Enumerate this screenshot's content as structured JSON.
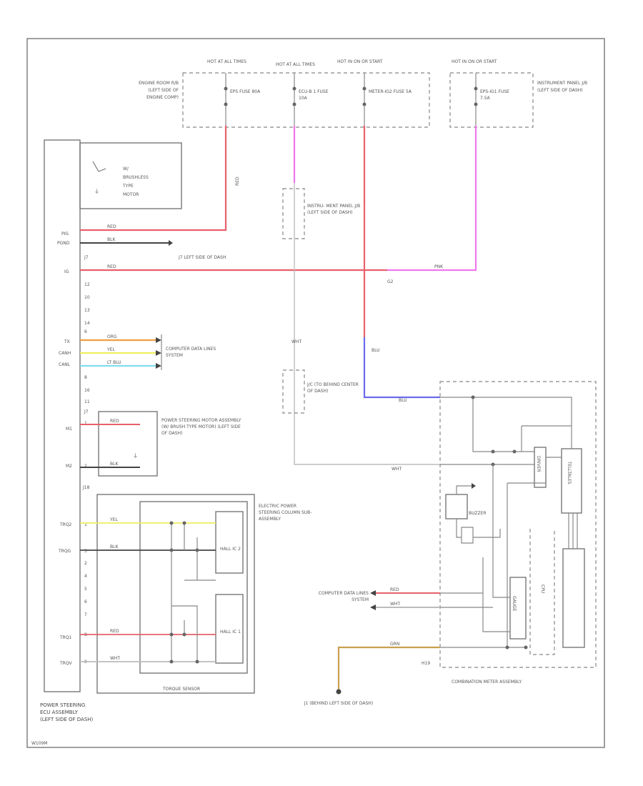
{
  "colors": {
    "red": "#e8606a",
    "pink": "#ee77ee",
    "orange": "#f0a040",
    "yellow": "#eeee60",
    "lightblue": "#80ddee",
    "blue": "#6a6aee",
    "brown": "#c8a050",
    "black": "#444444",
    "white": "#bbbbbb"
  },
  "power": {
    "hot_all_times_1": "HOT AT ALL TIMES",
    "hot_all_times_2": "HOT AT ALL TIMES",
    "hot_in_on_1": "HOT IN ON OR START",
    "hot_in_on_2": "HOT IN ON OR START",
    "engine_room_jb": "ENGINE ROOM R/B (LEFT SIDE OF ENGINE COMP)",
    "eps_fuse": "EPS FUSE 80A",
    "ecu_b_fuse": "ECU-B 1 FUSE 10A",
    "meter_fuse": "METER-IG2 FUSE 5A",
    "eps_ig1_fuse": "EPS-IG1 FUSE 7.5A",
    "instrument_panel_jb": "INSTRUMENT PANEL J/B (LEFT SIDE OF DASH)"
  },
  "ecu": {
    "name_1": "POWER STEERING",
    "name_2": "ECU ASSEMBLY",
    "name_3": "(LEFT SIDE OF DASH)",
    "pins": [
      "PIG",
      "PGND",
      "IG",
      "TX",
      "CANH",
      "CANL",
      "M1",
      "M2",
      "TRQ2",
      "TRQG",
      "TRQ1",
      "TRQV"
    ],
    "connectors": [
      "J7",
      "J7",
      "J7",
      "J18"
    ]
  },
  "brushless": {
    "label_1": "W/",
    "label_2": "BRUSHLESS",
    "label_3": "TYPE",
    "label_4": "MOTOR"
  },
  "wires": {
    "red": "RED",
    "blk": "BLK",
    "org": "ORG",
    "yel": "YEL",
    "lt_blu": "LT BLU",
    "wht": "WHT",
    "pnk": "PNK",
    "grn": "GRN",
    "blu": "BLU"
  },
  "labels": {
    "left_side_dash": "J7 LEFT SIDE OF DASH",
    "jb_label": "INSTRU- MENT PANEL J/B (LEFT SIDE OF DASH)",
    "jc_label": "J/C (TO BEHIND CENTER OF DASH)",
    "g2": "G2",
    "computer_data_1": "COMPUTER DATA LINES SYSTEM",
    "computer_data_2": "COMPUTER DATA LINES SYSTEM",
    "motor_1": "POWER STEERING MOTOR ASSEMBLY",
    "motor_2": "(W/ BRUSH TYPE MOTOR) (LEFT SIDE OF DASH)",
    "column_1": "ELECTRIC POWER STEERING COLUMN SUB-ASSEMBLY",
    "torque_sensor": "TORQUE SENSOR",
    "hall2": "HALL IC 2",
    "hall1": "HALL IC 1",
    "buzzer": "BUZZER",
    "combination_meter": "COMBINATION METER ASSEMBLY",
    "ground": "J1 (BEHIND LEFT SIDE OF DASH)",
    "h19": "H19",
    "cpu": "CPU",
    "telltales": "TELLTALES",
    "driver": "DRIVER",
    "gauge": "GAUGE",
    "code": "W109M"
  }
}
